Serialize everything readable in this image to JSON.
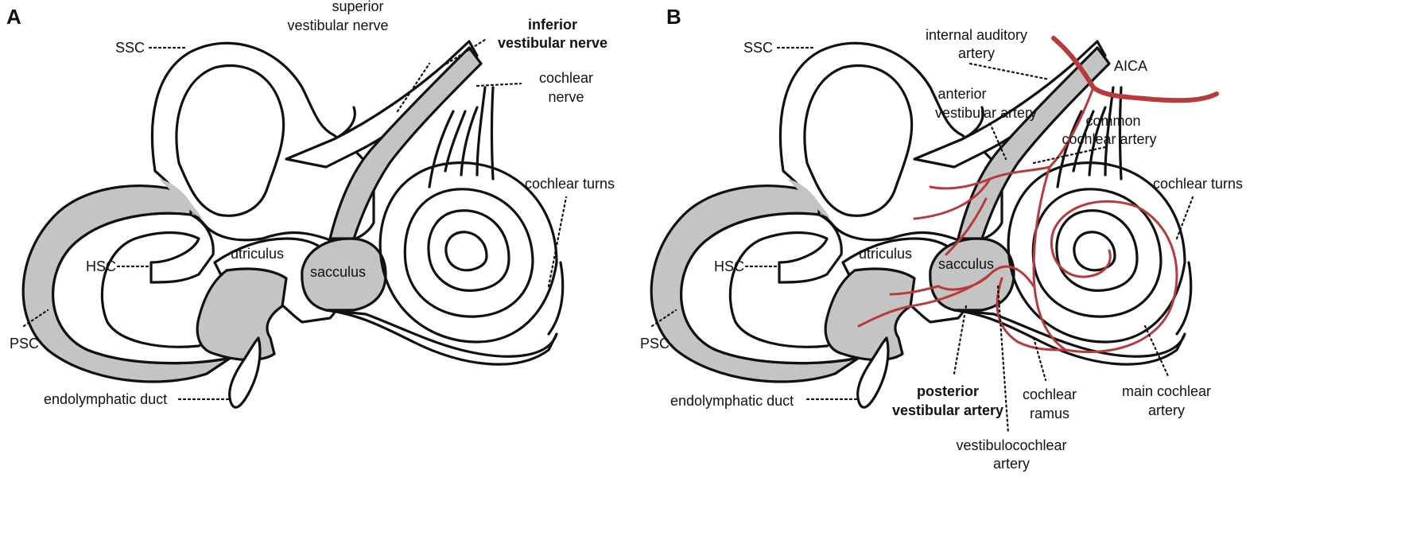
{
  "panels": [
    {
      "letter": "A",
      "labels": {
        "ssc": "SSC",
        "hsc": "HSC",
        "psc": "PSC",
        "utriculus": "utriculus",
        "sacculus": "sacculus",
        "endolymphatic_duct": "endolymphatic duct",
        "cochlear_turns": "cochlear turns",
        "superior_vestibular_nerve": [
          "superior",
          "vestibular nerve"
        ],
        "inferior_vestibular_nerve": [
          "inferior",
          "vestibular nerve"
        ],
        "cochlear_nerve": [
          "cochlear",
          "nerve"
        ]
      }
    },
    {
      "letter": "B",
      "labels": {
        "ssc": "SSC",
        "hsc": "HSC",
        "psc": "PSC",
        "utriculus": "utriculus",
        "sacculus": "sacculus",
        "endolymphatic_duct": "endolymphatic duct",
        "cochlear_turns": "cochlear turns",
        "internal_auditory_artery": [
          "internal auditory",
          "artery"
        ],
        "aica": "AICA",
        "anterior_vestibular_artery": [
          "anterior",
          "vestibular artery"
        ],
        "common_cochlear_artery": [
          "common",
          "cochlear artery"
        ],
        "posterior_vestibular_artery": [
          "posterior",
          "vestibular artery"
        ],
        "cochlear_ramus": [
          "cochlear",
          "ramus"
        ],
        "main_cochlear_artery": [
          "main cochlear",
          "artery"
        ],
        "vestibulocochlear_artery": [
          "vestibulocochlear",
          "artery"
        ]
      }
    }
  ],
  "colors": {
    "outline": "#111111",
    "fluid_fill": "#c4c4c4",
    "artery": "#b83a3a",
    "background": "#ffffff"
  }
}
